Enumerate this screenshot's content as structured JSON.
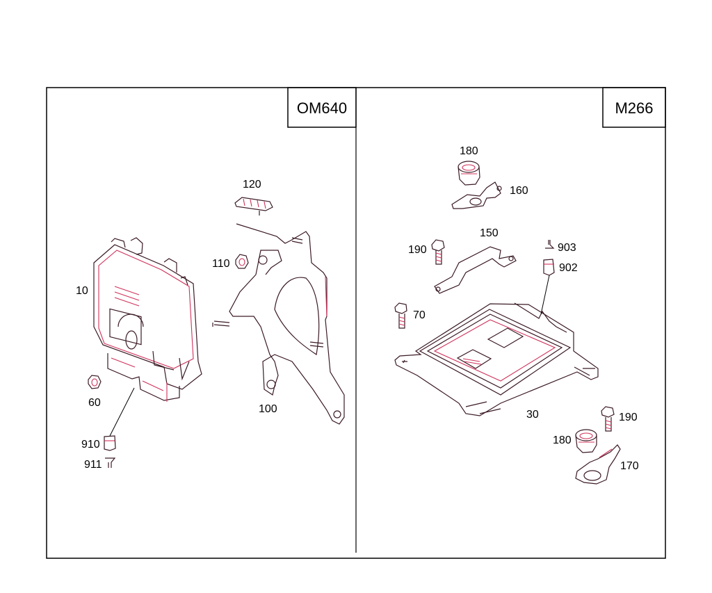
{
  "panels": [
    {
      "title": "OM640",
      "callouts": [
        "10",
        "60",
        "100",
        "110",
        "120",
        "910",
        "911"
      ]
    },
    {
      "title": "M266",
      "callouts": [
        "30",
        "70",
        "150",
        "160",
        "170",
        "180",
        "180",
        "190",
        "190",
        "902",
        "903"
      ]
    }
  ],
  "colors": {
    "frame": "#000000",
    "line_dark": "#3a1a24",
    "line_accent": "#d0305a"
  }
}
